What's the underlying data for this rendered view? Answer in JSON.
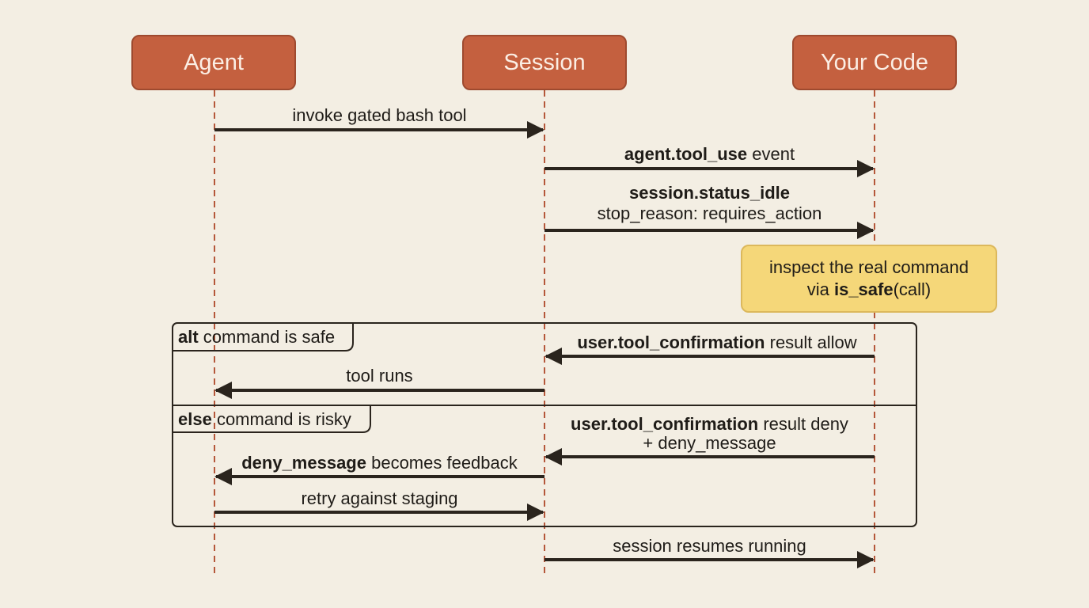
{
  "actors": {
    "agent": "Agent",
    "session": "Session",
    "your_code": "Your Code"
  },
  "messages": {
    "m1": {
      "text": "invoke gated bash tool"
    },
    "m2": {
      "bold": "agent.tool_use",
      "text": " event"
    },
    "m3": {
      "bold": "session.status_idle",
      "line2": "stop_reason: requires_action"
    },
    "m4": {
      "bold": "user.tool_confirmation",
      "text": " result allow"
    },
    "m5": {
      "text": "tool runs"
    },
    "m6": {
      "bold": "user.tool_confirmation",
      "text": " result deny",
      "line2": "+ deny_message"
    },
    "m7": {
      "bold": "deny_message",
      "text": " becomes feedback"
    },
    "m8": {
      "text": "retry against staging"
    },
    "m9": {
      "text": "session resumes running"
    }
  },
  "note": {
    "line1": "inspect the real command",
    "line2_prefix": "via ",
    "line2_bold": "is_safe",
    "line2_suffix": "(call)"
  },
  "frame": {
    "alt_keyword": "alt",
    "alt_condition": " command is safe",
    "else_keyword": "else",
    "else_condition": " command is risky"
  },
  "colors": {
    "background": "#f3eee3",
    "actor_fill": "#c4603f",
    "lifeline": "#b5573a",
    "arrow": "#2a241d",
    "note_fill": "#f5d779"
  }
}
